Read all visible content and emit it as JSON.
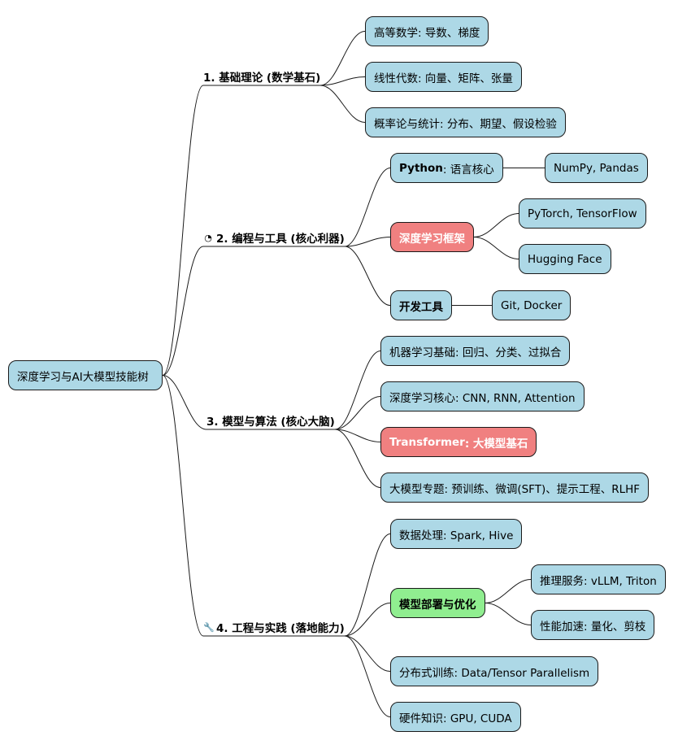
{
  "root": "深度学习与AI大模型技能树",
  "branches": [
    {
      "label": "1. 基础理论 (数学基石)",
      "icon": "",
      "children": [
        {
          "text": "高等数学: 导数、梯度"
        },
        {
          "text": "线性代数: 向量、矩阵、张量"
        },
        {
          "text": "概率论与统计: 分布、期望、假设检验"
        }
      ]
    },
    {
      "label": "2. 编程与工具 (核心利器)",
      "icon": "gear-icon",
      "children": [
        {
          "bold": "Python",
          "rest": ": 语言核心",
          "children": [
            {
              "text": "NumPy, Pandas"
            }
          ]
        },
        {
          "bold": "深度学习框架",
          "rest": "",
          "color": "red",
          "children": [
            {
              "text": "PyTorch, TensorFlow"
            },
            {
              "text": "Hugging Face"
            }
          ]
        },
        {
          "bold": "开发工具",
          "rest": "",
          "children": [
            {
              "text": "Git, Docker"
            }
          ]
        }
      ]
    },
    {
      "label": "3. 模型与算法 (核心大脑)",
      "icon": "",
      "children": [
        {
          "text": "机器学习基础: 回归、分类、过拟合"
        },
        {
          "text": "深度学习核心: CNN, RNN, Attention"
        },
        {
          "bold": "Transformer",
          "rest": ": 大模型基石",
          "color": "red"
        },
        {
          "text": "大模型专题: 预训练、微调(SFT)、提示工程、RLHF"
        }
      ]
    },
    {
      "label": "4. 工程与实践 (落地能力)",
      "icon": "wrench-icon",
      "children": [
        {
          "text": "数据处理: Spark, Hive"
        },
        {
          "bold": "模型部署与优化",
          "rest": "",
          "color": "green",
          "children": [
            {
              "text": "推理服务: vLLM, Triton"
            },
            {
              "text": "性能加速: 量化、剪枝"
            }
          ]
        },
        {
          "text": "分布式训练: Data/Tensor Parallelism"
        },
        {
          "text": "硬件知识: GPU, CUDA"
        }
      ]
    }
  ],
  "colors": {
    "node": "#add8e6",
    "highlight_red": "#f08080",
    "highlight_green": "#90ee90",
    "border": "#1a1a1a"
  }
}
